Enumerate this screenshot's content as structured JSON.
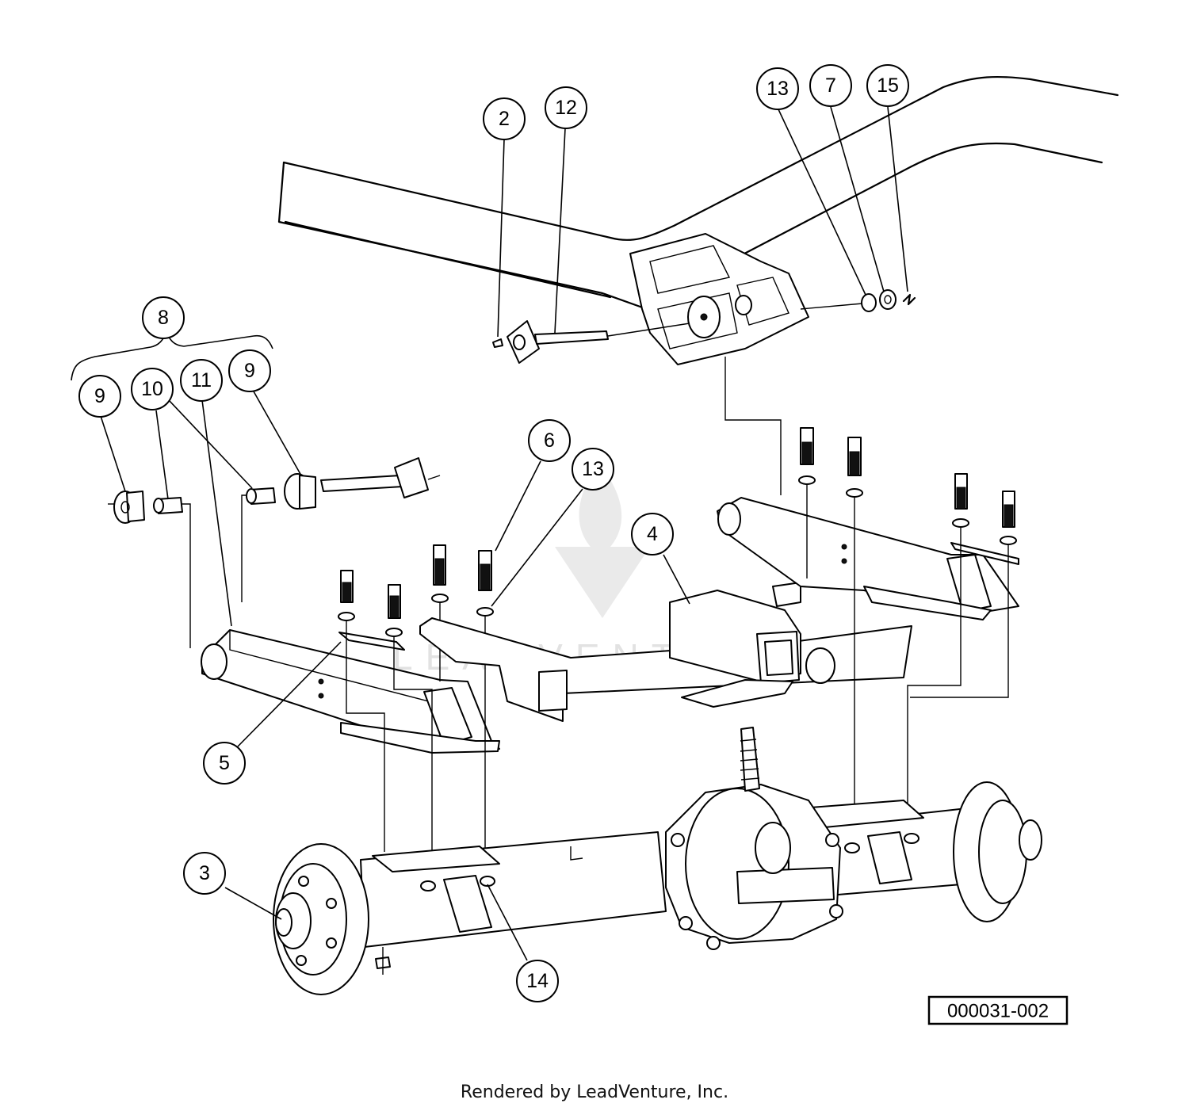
{
  "callouts": [
    {
      "label": "2"
    },
    {
      "label": "12"
    },
    {
      "label": "13"
    },
    {
      "label": "7"
    },
    {
      "label": "15"
    },
    {
      "label": "8"
    },
    {
      "label": "9"
    },
    {
      "label": "10"
    },
    {
      "label": "11"
    },
    {
      "label": "9"
    },
    {
      "label": "6"
    },
    {
      "label": "13"
    },
    {
      "label": "4"
    },
    {
      "label": "5"
    },
    {
      "label": "3"
    },
    {
      "label": "14"
    }
  ],
  "drawing_code": "000031-002",
  "watermark": "LEADVENTURE",
  "credit": "Rendered by LeadVenture, Inc.",
  "icons": [
    "leadventure-logo-icon"
  ]
}
